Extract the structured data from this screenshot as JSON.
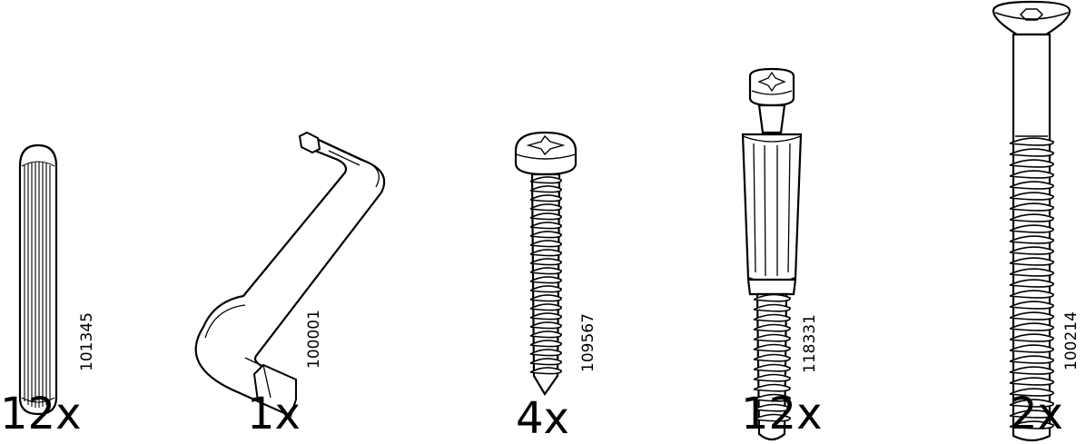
{
  "parts": [
    {
      "name": "wooden-dowel",
      "code": "101345",
      "quantity": "12x"
    },
    {
      "name": "allen-key",
      "code": "100001",
      "quantity": "1x"
    },
    {
      "name": "wood-screw",
      "code": "109567",
      "quantity": "4x"
    },
    {
      "name": "cam-lock-bolt",
      "code": "118331",
      "quantity": "12x"
    },
    {
      "name": "flat-head-hex-screw",
      "code": "100214",
      "quantity": "2x"
    }
  ]
}
